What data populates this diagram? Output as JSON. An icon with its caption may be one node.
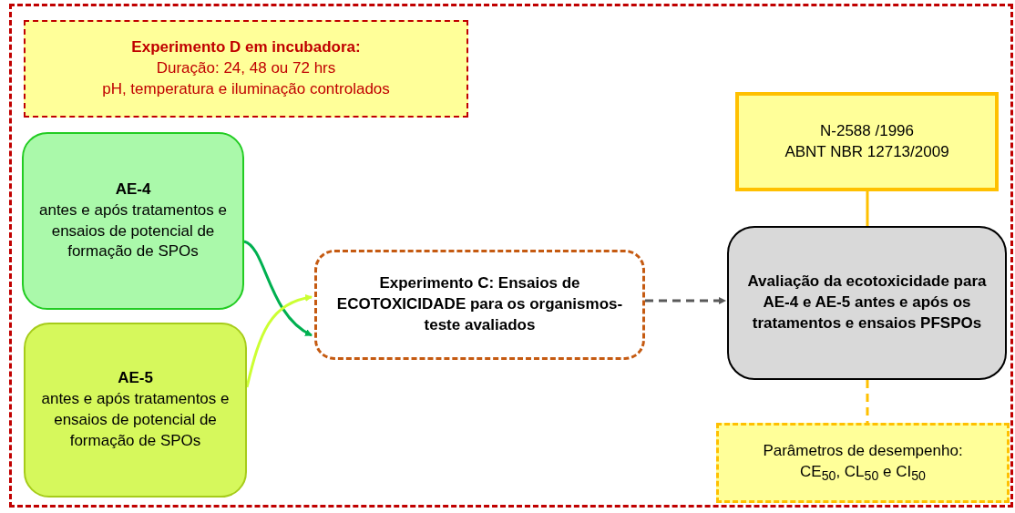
{
  "diagram": {
    "nodes": [
      {
        "text": [],
        "shape": "box"
      },
      {
        "text": [
          "Experimento D em incubadora:",
          "Duração: 24, 48 ou 72 hrs",
          "pH, temperatura e iluminação controlados"
        ],
        "in": 0
      },
      {
        "text": [
          "AE-4",
          "antes e após tratamentos e ensaios de potencial de formação de SPOs"
        ],
        "in": 0
      },
      {
        "text": [
          "AE-5",
          "antes e após tratamentos e ensaios de potencial de formação de SPOs"
        ],
        "in": 0
      },
      {
        "text": [
          "Experimento C: Ensaios de ECOTOXICIDADE para os organismos-teste avaliados"
        ],
        "in": 0
      },
      {
        "text": [
          "N-2588 /1996",
          "ABNT NBR 12713/2009"
        ],
        "in": 0
      },
      {
        "text": [
          "Avaliação da ecotoxicidade para AE-4 e AE-5 antes e após os tratamentos e ensaios PFSPOs"
        ],
        "in": 0
      },
      {
        "text": [
          "Parâmetros de desempenho:",
          "CE$_{50}$, CL$_{50}$ e CI$_{50}$"
        ],
        "in": 0
      }
    ],
    "edges": [
      {
        "from": 2,
        "to": 4,
        "arrow": "to",
        "color": "#00b050"
      },
      {
        "from": 3,
        "to": 4,
        "arrow": "to",
        "color": "#ccff33"
      },
      {
        "from": 4,
        "to": 6,
        "arrow": "to",
        "style": "dashed",
        "color": "#595959"
      },
      {
        "from": 5,
        "to": 6,
        "arrow": "none",
        "color": "#ffc000"
      },
      {
        "from": 6,
        "to": 7,
        "arrow": "none",
        "style": "dashed",
        "color": "#ffc000"
      }
    ]
  }
}
